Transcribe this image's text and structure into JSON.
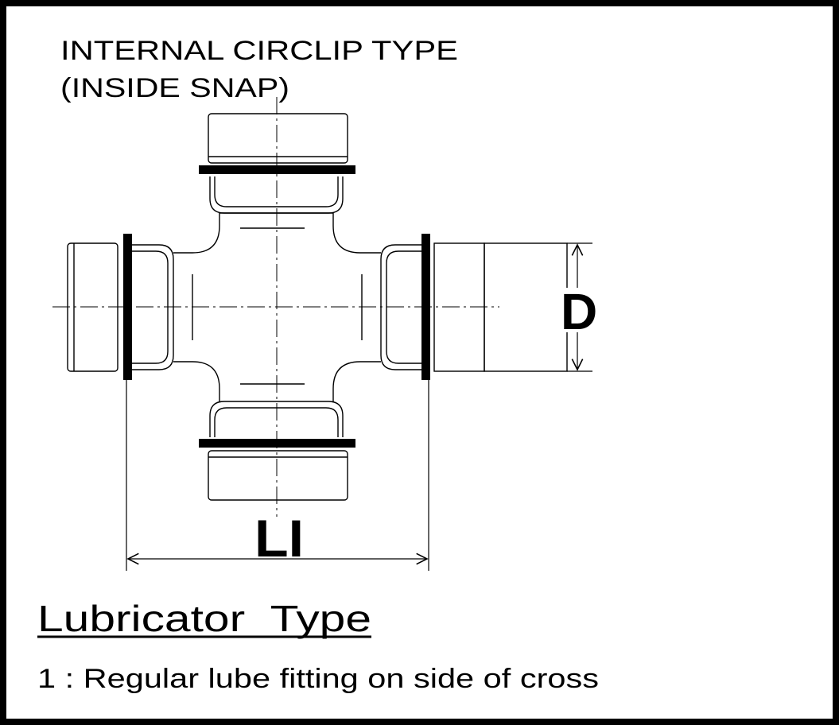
{
  "header": {
    "title_line1": "INTERNAL CIRCLIP TYPE",
    "title_line2": "(INSIDE SNAP)"
  },
  "dimensions": {
    "diameter_label": "D",
    "length_label": "LI"
  },
  "lubricator": {
    "heading": "Lubricator  Type",
    "item": "1 : Regular lube fitting on side of cross"
  },
  "colors": {
    "ink": "#000000",
    "paper": "#ffffff"
  }
}
